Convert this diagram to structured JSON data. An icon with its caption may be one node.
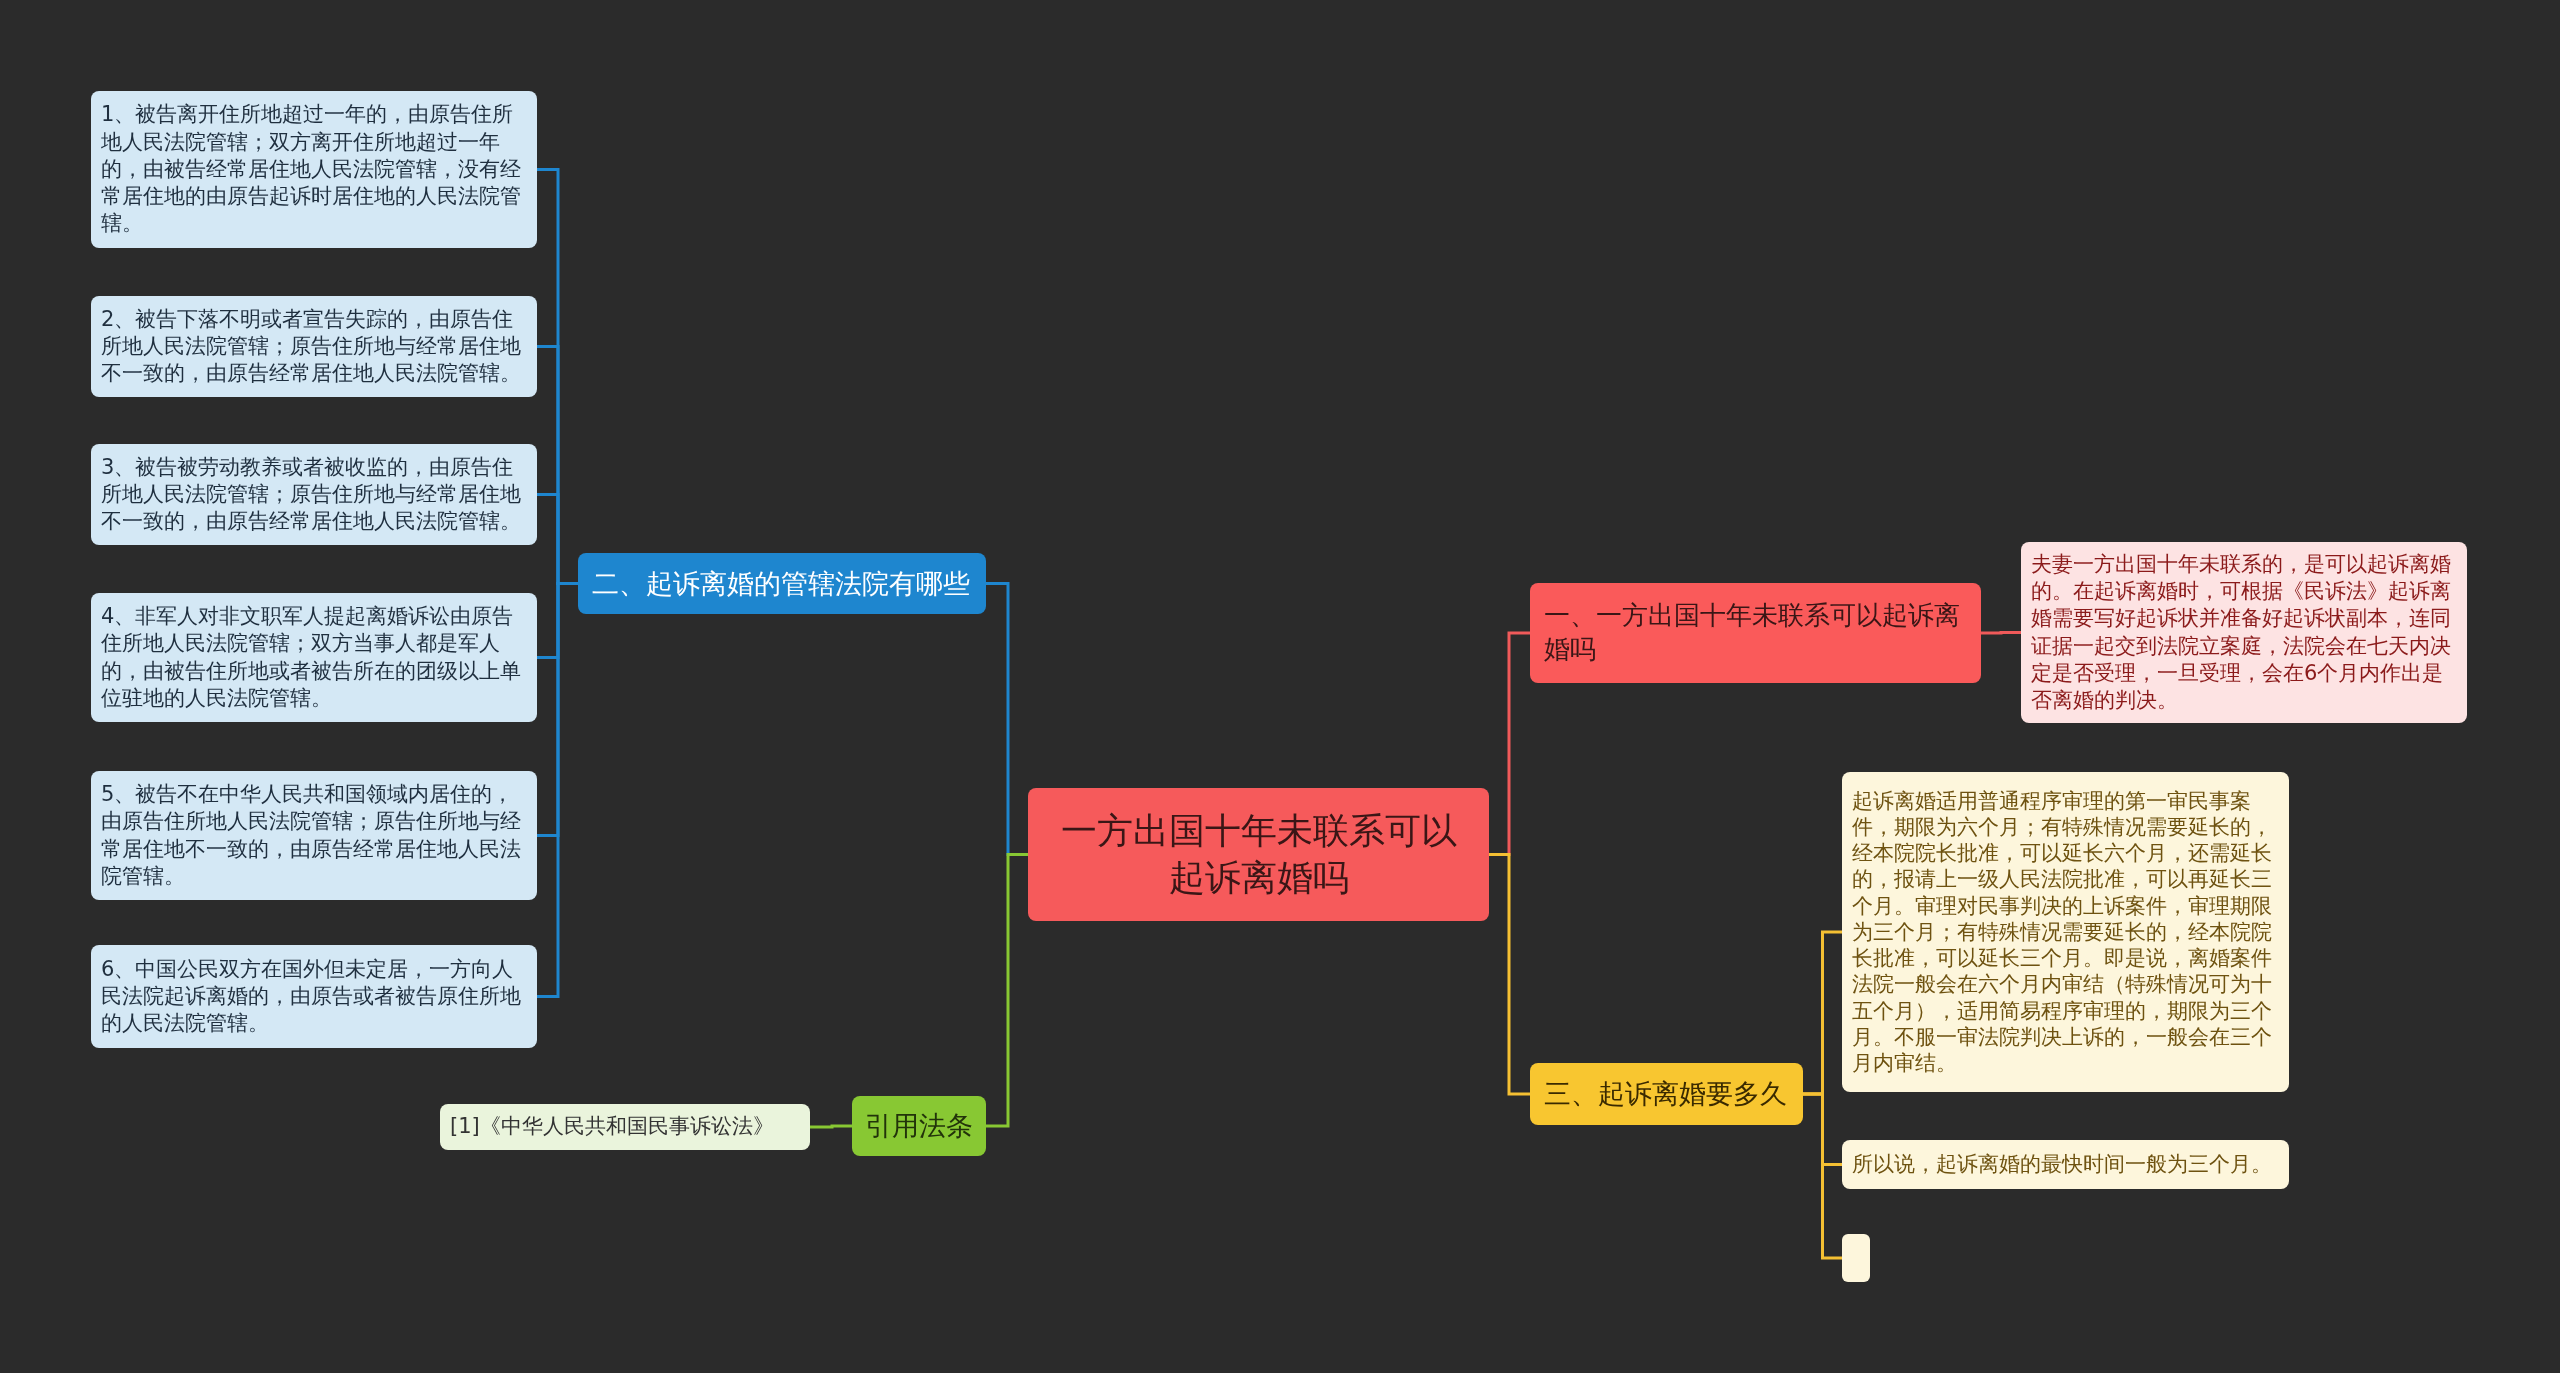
{
  "diagram": {
    "nodes": [
      {
        "text": [
          "一方出国十年未联系可以起诉离婚吗"
        ]
      },
      {
        "text": [
          "一、一方出国十年未联系可以起诉离婚吗"
        ]
      },
      {
        "text": [
          "夫妻一方出国十年未联系的，是可以起诉离婚的。在起诉离婚时，可根据《民诉法》起诉离婚需要写好起诉状并准备好起诉状副本，连同证据一起交到法院立案庭，法院会在七天内决定是否受理，一旦受理，会在6个月内作出是否离婚的判决。"
        ]
      },
      {
        "text": [
          "三、起诉离婚要多久"
        ]
      },
      {
        "text": [
          "起诉离婚适用普通程序审理的第一审民事案件，期限为六个月；有特殊情况需要延长的，经本院院长批准，可以延长六个月，还需延长的，报请上一级人民法院批准，可以再延长三个月。审理对民事判决的上诉案件，审理期限为三个月；有特殊情况需要延长的，经本院院长批准，可以延长三个月。即是说，离婚案件法院一般会在六个月内审结（特殊情况可为十五个月），适用简易程序审理的，期限为三个月。不服一审法院判决上诉的，一般会在三个月内审结。"
        ]
      },
      {
        "text": [
          "所以说，起诉离婚的最快时间一般为三个月。"
        ]
      },
      {
        "text": [],
        "shape": "box"
      },
      {
        "text": [
          "二、起诉离婚的管辖法院有哪些"
        ]
      },
      {
        "text": [
          "1、被告离开住所地超过一年的，由原告住所地人民法院管辖；双方离开住所地超过一年的，由被告经常居住地人民法院管辖，没有经常居住地的由原告起诉时居住地的人民法院管辖。"
        ]
      },
      {
        "text": [
          "2、被告下落不明或者宣告失踪的，由原告住所地人民法院管辖；原告住所地与经常居住地不一致的，由原告经常居住地人民法院管辖。"
        ]
      },
      {
        "text": [
          "3、被告被劳动教养或者被收监的，由原告住所地人民法院管辖；原告住所地与经常居住地不一致的，由原告经常居住地人民法院管辖。"
        ]
      },
      {
        "text": [
          "4、非军人对非文职军人提起离婚诉讼由原告住所地人民法院管辖；双方当事人都是军人的，由被告住所地或者被告所在的团级以上单位驻地的人民法院管辖。"
        ]
      },
      {
        "text": [
          "5、被告不在中华人民共和国领域内居住的，由原告住所地人民法院管辖；原告住所地与经常居住地不一致的，由原告经常居住地人民法院管辖。"
        ]
      },
      {
        "text": [
          "6、中国公民双方在国外但未定居，一方向人民法院起诉离婚的，由原告或者被告原住所地的人民法院管辖。"
        ]
      },
      {
        "text": [
          "引用法条"
        ]
      },
      {
        "text": [
          "[1]《中华人民共和国民事诉讼法》"
        ]
      }
    ],
    "edges": [
      {
        "from": 0,
        "to": 1,
        "arrow": "none",
        "color": "#f05a5a"
      },
      {
        "from": 1,
        "to": 2,
        "arrow": "none",
        "color": "#f05a5a"
      },
      {
        "from": 0,
        "to": 3,
        "arrow": "none",
        "color": "#f5c033"
      },
      {
        "from": 3,
        "to": 4,
        "arrow": "none",
        "color": "#f5c033"
      },
      {
        "from": 3,
        "to": 5,
        "arrow": "none",
        "color": "#f5c033"
      },
      {
        "from": 3,
        "to": 6,
        "arrow": "none",
        "color": "#f5c033"
      },
      {
        "from": 0,
        "to": 7,
        "arrow": "none",
        "color": "#1e86cf"
      },
      {
        "from": 7,
        "to": 8,
        "arrow": "none",
        "color": "#1e86cf"
      },
      {
        "from": 7,
        "to": 9,
        "arrow": "none",
        "color": "#1e86cf"
      },
      {
        "from": 7,
        "to": 10,
        "arrow": "none",
        "color": "#1e86cf"
      },
      {
        "from": 7,
        "to": 11,
        "arrow": "none",
        "color": "#1e86cf"
      },
      {
        "from": 7,
        "to": 12,
        "arrow": "none",
        "color": "#1e86cf"
      },
      {
        "from": 7,
        "to": 13,
        "arrow": "none",
        "color": "#1e86cf"
      },
      {
        "from": 0,
        "to": 14,
        "arrow": "none",
        "color": "#88c833"
      },
      {
        "from": 14,
        "to": 15,
        "arrow": "none",
        "color": "#88c833"
      }
    ]
  }
}
